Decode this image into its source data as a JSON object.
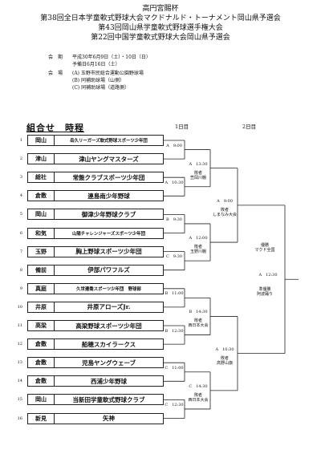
{
  "header": {
    "line1": "高円宮賜杯",
    "line2": "第38回全日本学童軟式野球大会マクドナルド・トーナメント岡山県予選会",
    "line3": "第43回岡山県学童軟式野球選手権大会",
    "line4": "第22回中国学童軟式野球大会岡山県予選会"
  },
  "info": {
    "period_label": "会　期",
    "period_value": "平成30年6月9日（土）・10日（日）",
    "reserve_day": "予備日6月16日（土）",
    "venue_label": "会　場",
    "venues": [
      "(A) 玉野市民総合運動公園野球場",
      "(B) 同補助球場（山側）",
      "(C) 同補助球場（道路側）"
    ]
  },
  "bracket": {
    "title": "組合せ　時程",
    "day1": "1日目",
    "day2": "2日目",
    "teams": [
      {
        "no": "1",
        "pref": "岡山",
        "name": "岳久リーガーズ軟式野球スポーツ少年団",
        "small": true
      },
      {
        "no": "2",
        "pref": "津山",
        "name": "津山ヤングマスターズ"
      },
      {
        "no": "3",
        "pref": "総社",
        "name": "常盤クラブスポーツ少年団"
      },
      {
        "no": "4",
        "pref": "倉敷",
        "name": "連島南少年野球"
      },
      {
        "no": "5",
        "pref": "岡山",
        "name": "御津少年野球クラブ"
      },
      {
        "no": "6",
        "pref": "和気",
        "name": "山陽チャレンジャーズスポーツ少年団",
        "small": true
      },
      {
        "no": "7",
        "pref": "玉野",
        "name": "胸上野球スポーツ少年団"
      },
      {
        "no": "8",
        "pref": "備前",
        "name": "伊部パワフルズ"
      },
      {
        "no": "9",
        "pref": "真庭",
        "name": "久世遷喬スポーツ少年団　野球部",
        "small": true
      },
      {
        "no": "10",
        "pref": "井原",
        "name": "井原アローズJr."
      },
      {
        "no": "11",
        "pref": "高梁",
        "name": "高梁野球スポーツ少年団"
      },
      {
        "no": "12",
        "pref": "倉敷",
        "name": "船穂スカイラークス"
      },
      {
        "no": "13",
        "pref": "倉敷",
        "name": "児島ヤングウェーブ"
      },
      {
        "no": "14",
        "pref": "倉敷",
        "name": "西浦少年野球"
      },
      {
        "no": "15",
        "pref": "岡山",
        "name": "当新田学童軟式野球クラブ"
      },
      {
        "no": "16",
        "pref": "新見",
        "name": "矢神"
      }
    ],
    "round1": [
      {
        "slot": "A　9:00"
      },
      {
        "slot": "A　10:30"
      },
      {
        "slot": "B　9:30"
      },
      {
        "slot": "C　9:30"
      },
      {
        "slot": "B　11:00"
      },
      {
        "slot": "B　12:30"
      },
      {
        "slot": "C　11:00"
      },
      {
        "slot": "C　12:30"
      }
    ],
    "round2": [
      {
        "slot": "A　13:30",
        "note1": "敗者",
        "note2": "笠岡川棚"
      },
      {
        "slot": "A　12:00",
        "note1": "敗者",
        "note2": "玉野川棚"
      },
      {
        "slot": "B　14:30",
        "note1": "敗者",
        "note2": "西日本大会"
      },
      {
        "slot": "C　14:30",
        "note1": "敗者",
        "note2": "西日本大会"
      }
    ],
    "semis": [
      {
        "slot": "A　9:00",
        "note1": "敗者",
        "note2": "しまなみ大会"
      },
      {
        "slot": "A　10:30",
        "note1": "敗者",
        "note2": "高野山旗"
      }
    ],
    "final": {
      "slot": "A　12:30",
      "winner1": "優勝",
      "winner2": "マクド全国",
      "runner1": "準優勝",
      "runner2": "阿波踊り"
    }
  }
}
